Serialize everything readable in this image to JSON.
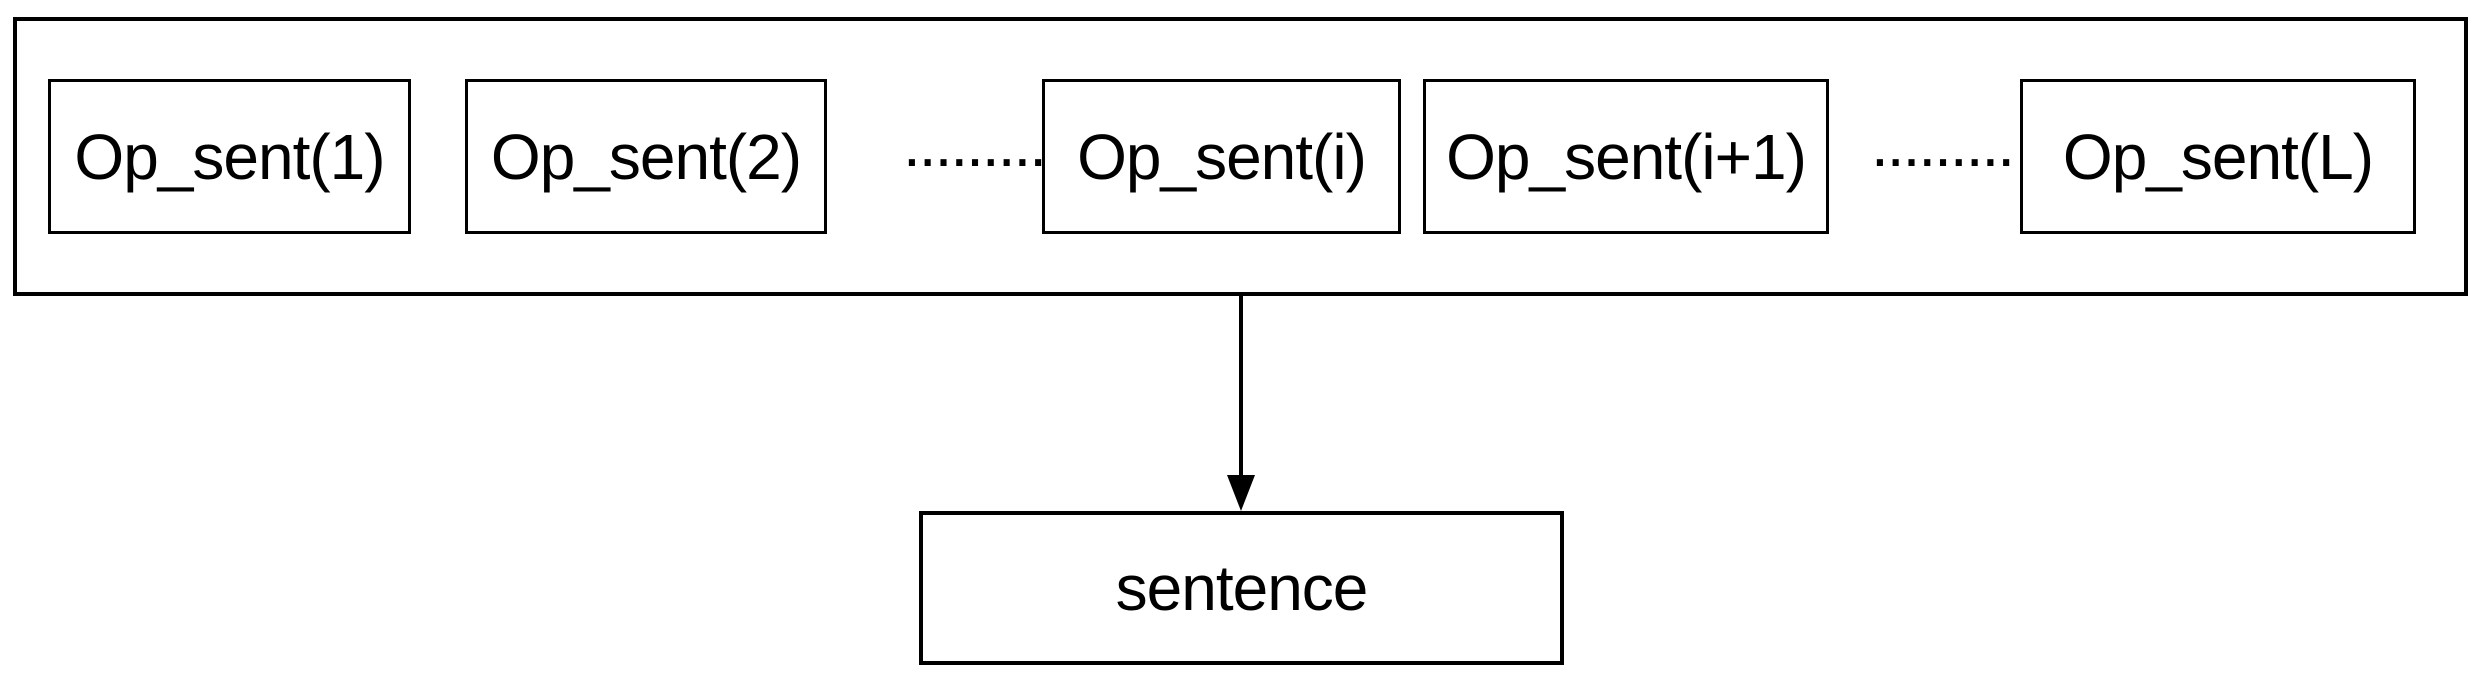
{
  "diagram": {
    "background_color": "#ffffff",
    "stroke_color": "#000000",
    "sequence_group": {
      "boxes": [
        {
          "label": "Op_sent(1)"
        },
        {
          "label": "Op_sent(2)"
        },
        {
          "label": "Op_sent(i)"
        },
        {
          "label": "Op_sent(i+1)"
        },
        {
          "label": "Op_sent(L)"
        }
      ],
      "ellipses": [
        ".........",
        "........."
      ]
    },
    "arrow": {
      "direction": "down"
    },
    "output_box": {
      "label": "sentence"
    }
  }
}
